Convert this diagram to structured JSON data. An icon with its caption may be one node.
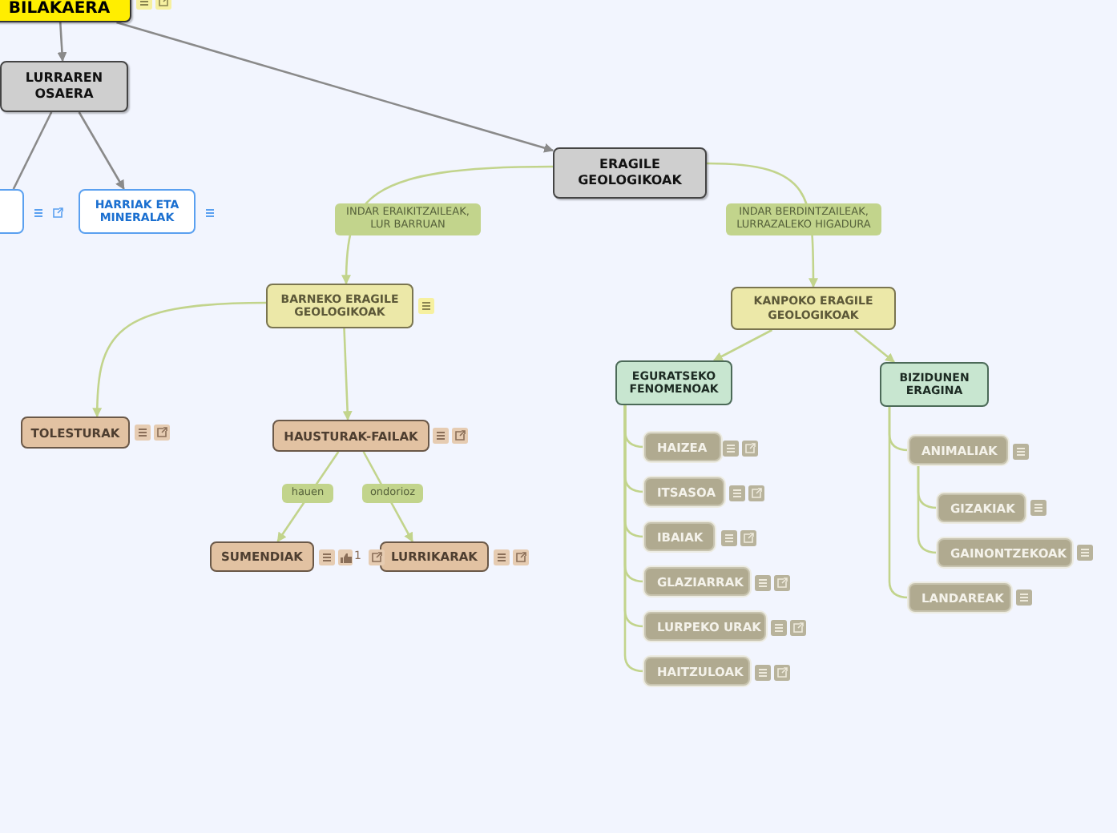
{
  "diagram": {
    "nodes": [
      {
        "text": [
          "BILAKAERA"
        ]
      },
      {
        "text": [
          "LURRAREN OSAERA"
        ]
      },
      {
        "text": [],
        "shape": "box"
      },
      {
        "text": [
          "HARRIAK ETA MINERALAK"
        ]
      },
      {
        "text": [
          "ERAGILE GEOLOGIKOAK"
        ]
      },
      {
        "text": [
          "BARNEKO ERAGILE GEOLOGIKOAK"
        ]
      },
      {
        "text": [
          "KANPOKO ERAGILE GEOLOGIKOAK"
        ]
      },
      {
        "text": [
          "TOLESTURAK"
        ]
      },
      {
        "text": [
          "HAUSTURAK-FAILAK"
        ]
      },
      {
        "text": [
          "SUMENDIAK"
        ]
      },
      {
        "text": [
          "LURRIKARAK"
        ]
      },
      {
        "text": [
          "EGURATSEKO FENOMENOAK"
        ]
      },
      {
        "text": [
          "BIZIDUNEN ERAGINA"
        ]
      },
      {
        "text": [
          "HAIZEA"
        ]
      },
      {
        "text": [
          "ITSASOA"
        ]
      },
      {
        "text": [
          "IBAIAK"
        ]
      },
      {
        "text": [
          "GLAZIARRAK"
        ]
      },
      {
        "text": [
          "LURPEKO URAK"
        ]
      },
      {
        "text": [
          "HAITZULOAK"
        ]
      },
      {
        "text": [
          "ANIMALIAK"
        ]
      },
      {
        "text": [
          "GIZAKIAK"
        ]
      },
      {
        "text": [
          "GAINONTZEKOAK"
        ]
      },
      {
        "text": [
          "LANDAREAK"
        ]
      }
    ],
    "edges": [
      {
        "from": 0,
        "to": 1,
        "arrow": "to",
        "color": "#8a8a8a"
      },
      {
        "from": 0,
        "to": 4,
        "arrow": "to",
        "color": "#8a8a8a"
      },
      {
        "from": 1,
        "to": 2,
        "arrow": "none",
        "color": "#8a8a8a"
      },
      {
        "from": 1,
        "to": 3,
        "arrow": "to",
        "color": "#8a8a8a"
      },
      {
        "from": 4,
        "to": 5,
        "arrow": "to",
        "label": "INDAR ERAIKITZAILEAK, LUR BARRUAN"
      },
      {
        "from": 4,
        "to": 6,
        "arrow": "to",
        "label": "INDAR BERDINTZAILEAK, LURRAZALEKO HIGADURA"
      },
      {
        "from": 5,
        "to": 7,
        "arrow": "to"
      },
      {
        "from": 5,
        "to": 8,
        "arrow": "to"
      },
      {
        "from": 8,
        "to": 9,
        "arrow": "to",
        "label": "hauen"
      },
      {
        "from": 8,
        "to": 10,
        "arrow": "to",
        "label": "ondorioz"
      },
      {
        "from": 6,
        "to": 11,
        "arrow": "to"
      },
      {
        "from": 6,
        "to": 12,
        "arrow": "to"
      },
      {
        "from": 11,
        "to": 13,
        "arrow": "none"
      },
      {
        "from": 11,
        "to": 14,
        "arrow": "none"
      },
      {
        "from": 11,
        "to": 15,
        "arrow": "none"
      },
      {
        "from": 11,
        "to": 16,
        "arrow": "none"
      },
      {
        "from": 11,
        "to": 17,
        "arrow": "none"
      },
      {
        "from": 11,
        "to": 18,
        "arrow": "none"
      },
      {
        "from": 12,
        "to": 19,
        "arrow": "none"
      },
      {
        "from": 19,
        "to": 20,
        "arrow": "none"
      },
      {
        "from": 19,
        "to": 21,
        "arrow": "none"
      },
      {
        "from": 12,
        "to": 22,
        "arrow": "none"
      }
    ],
    "labels": [
      "1"
    ]
  }
}
